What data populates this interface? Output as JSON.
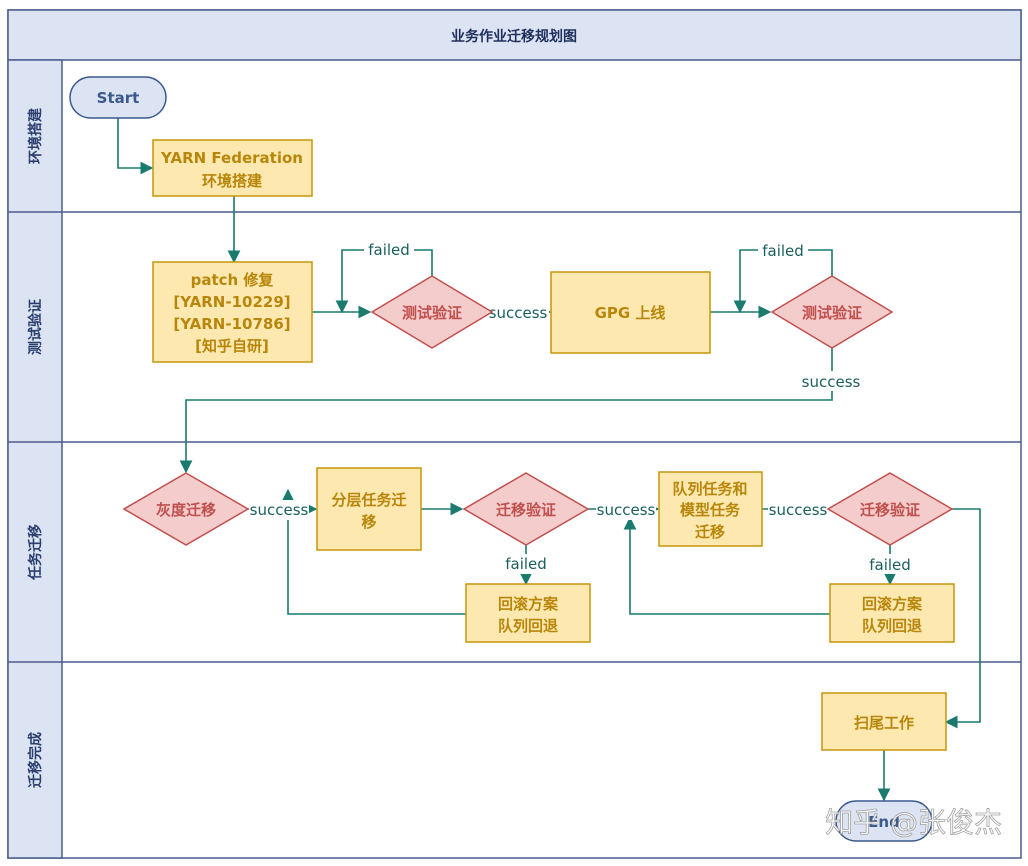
{
  "title": "业务作业迁移规划图",
  "lanes": [
    "环境搭建",
    "测试验证",
    "任务迁移",
    "迁移完成"
  ],
  "nodes": {
    "start": "Start",
    "yarn_fed": [
      "YARN Federation",
      "环境搭建"
    ],
    "patch": [
      "patch 修复",
      "[YARN-10229]",
      "[YARN-10786]",
      "[知乎自研]"
    ],
    "test1": "测试验证",
    "gpg": "GPG 上线",
    "test2": "测试验证",
    "gray": "灰度迁移",
    "layer": [
      "分层任务迁",
      "移"
    ],
    "migverify1": "迁移验证",
    "queue_model": [
      "队列任务和",
      "模型任务",
      "迁移"
    ],
    "migverify2": "迁移验证",
    "rollback1": [
      "回滚方案",
      "队列回退"
    ],
    "rollback2": [
      "回滚方案",
      "队列回退"
    ],
    "cleanup": "扫尾工作",
    "end": "End"
  },
  "edge_labels": {
    "failed1": "failed",
    "success1": "success",
    "failed2": "failed",
    "success2": "success",
    "success3": "success",
    "success4": "success",
    "failed3": "failed",
    "success5": "success",
    "failed4": "failed"
  },
  "watermark": "知乎 @张俊杰",
  "colors": {
    "lane_header": "#dce3f3",
    "border": "#4a5c8c",
    "box_fill": "#fde9b0",
    "box_stroke": "#c8960a",
    "diamond_fill": "#f4cccc",
    "diamond_stroke": "#c0504d",
    "arrow": "#1a7a6e",
    "terminal_fill": "#dce3f3"
  }
}
